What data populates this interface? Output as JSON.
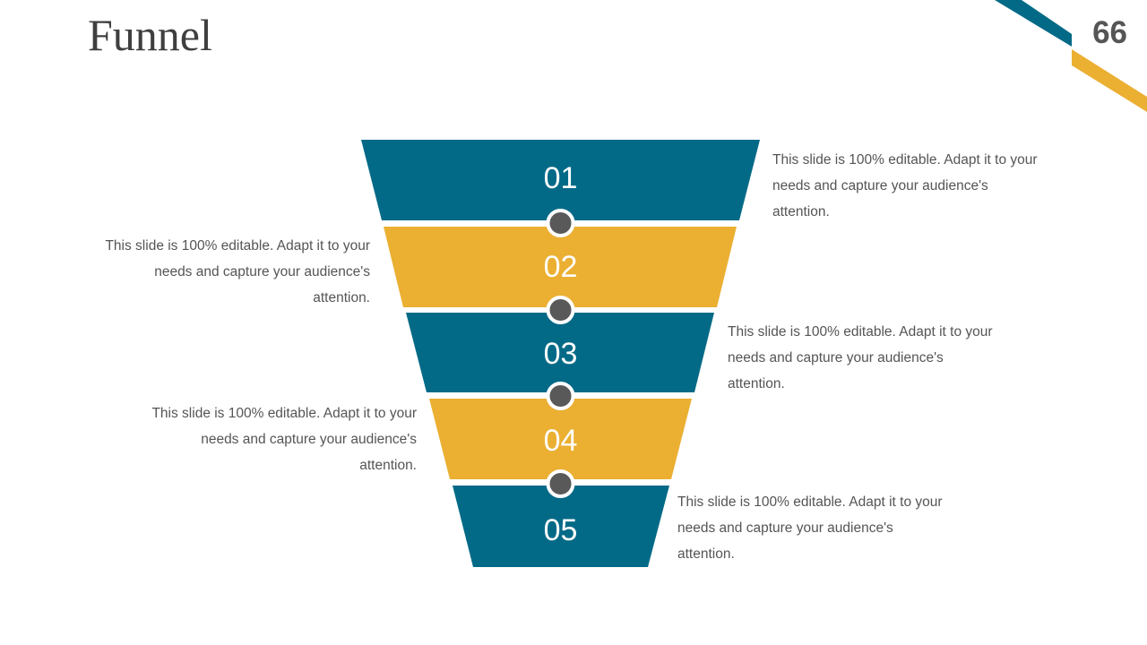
{
  "slide": {
    "title": "Funnel",
    "page_number": "66"
  },
  "colors": {
    "teal": "#026a87",
    "gold": "#ebaf32",
    "connector": "#595959",
    "text": "#555555"
  },
  "funnel": {
    "stages": [
      {
        "number": "01",
        "color": "#026a87",
        "side": "right",
        "description": [
          "This slide is 100% editable. Adapt it to your",
          "needs and capture your audience's",
          "attention."
        ]
      },
      {
        "number": "02",
        "color": "#ebaf32",
        "side": "left",
        "description": [
          "This slide is 100% editable. Adapt it to your",
          "needs and capture your audience's",
          "attention."
        ]
      },
      {
        "number": "03",
        "color": "#026a87",
        "side": "right",
        "description": [
          "This slide is 100% editable. Adapt it to your",
          "needs and capture your audience's",
          "attention."
        ]
      },
      {
        "number": "04",
        "color": "#ebaf32",
        "side": "left",
        "description": [
          "This slide is 100% editable. Adapt it to your",
          "needs and capture your audience's",
          "attention."
        ]
      },
      {
        "number": "05",
        "color": "#026a87",
        "side": "right",
        "description": [
          "This slide is 100% editable. Adapt it to your",
          "needs and capture your audience's",
          "attention."
        ]
      }
    ]
  }
}
